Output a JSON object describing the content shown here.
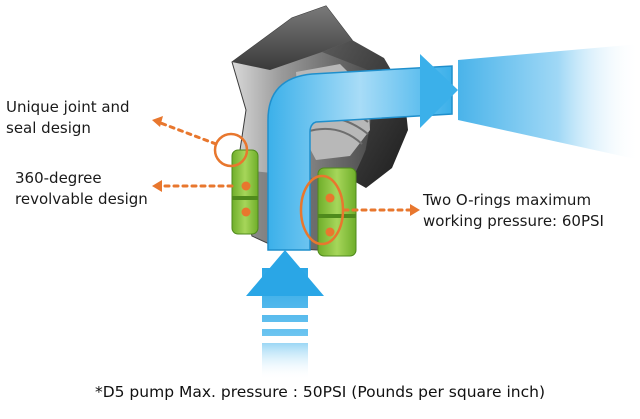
{
  "callouts": {
    "joint_seal": {
      "line1": "Unique joint and",
      "line2": "seal design"
    },
    "revolvable": {
      "line1": "360-degree",
      "line2": "revolvable design"
    },
    "o_rings": {
      "line1": "Two O-rings maximum",
      "line2": "working pressure: 60PSI"
    }
  },
  "footnote": "*D5 pump Max. pressure : 50PSI (Pounds per square inch)",
  "colors": {
    "flow_arrow": "#29a9e8",
    "flow_arrow_light": "#bfe6fa",
    "fitting_dark": "#2c2c2c",
    "fitting_gray": "#8a8a8a",
    "seal_green": "#8dc63f",
    "accent_orange": "#e8772e"
  },
  "icons": {
    "flow_in": "up-arrow",
    "flow_out": "right-arrow"
  }
}
